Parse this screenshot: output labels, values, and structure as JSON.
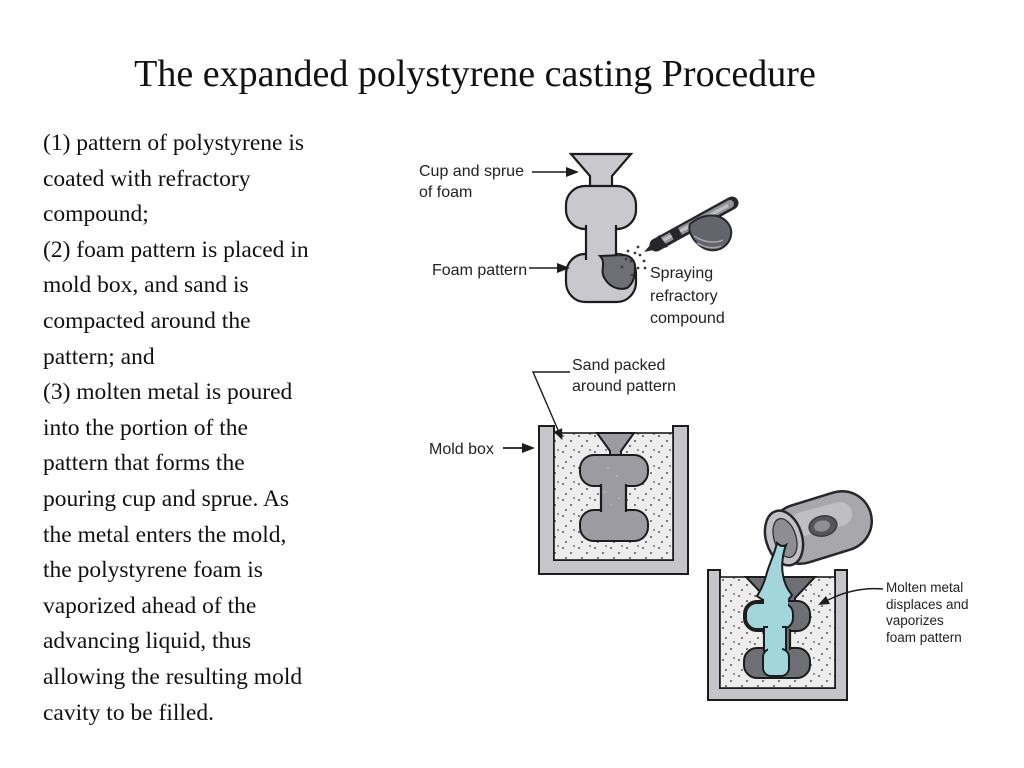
{
  "theme": {
    "colors": {
      "molten_metal": "#a3d6dc",
      "foam_light": "#c9c9cd",
      "foam_dark": "#6e6e75",
      "pattern_gray": "#9b9ba1",
      "mold_wall": "#c6c6ca",
      "sand_bg": "#ededee",
      "outline": "#1c1c1c",
      "text": "#111111",
      "label_text": "#222222",
      "background": "#ffffff"
    }
  },
  "slide": {
    "title": "The expanded polystyrene casting Procedure",
    "body_text": "(1) pattern of polystyrene is\ncoated with refractory\ncompound;\n(2) foam pattern is placed in\nmold box, and sand is\ncompacted around the\npattern; and\n(3) molten metal is poured\ninto the portion of the\npattern that forms the\npouring cup and sprue. As\nthe metal enters the mold,\nthe polystyrene foam is\nvaporized ahead of the\nadvancing liquid, thus\nallowing the resulting mold\ncavity to be filled."
  },
  "labels": {
    "cup_and_sprue": "Cup and sprue\nof foam",
    "foam_pattern": "Foam pattern",
    "spraying": "Spraying\nrefractory\ncompound",
    "sand_packed": "Sand packed\naround pattern",
    "mold_box": "Mold box",
    "molten_metal": "Molten metal\ndisplaces and\nvaporizes\nfoam pattern"
  }
}
